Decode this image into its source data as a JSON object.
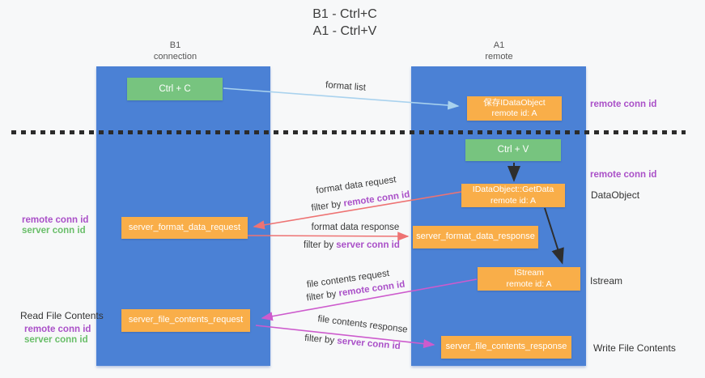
{
  "title": {
    "line1": "B1 - Ctrl+C",
    "line2": "A1 - Ctrl+V"
  },
  "lanes": {
    "left": {
      "name": "B1",
      "subtitle": "connection"
    },
    "right": {
      "name": "A1",
      "subtitle": "remote"
    }
  },
  "boxes": {
    "ctrl_c": "Ctrl + C",
    "ctrl_v": "Ctrl + V",
    "save_dataobject_line1": "保存IDataObject",
    "save_dataobject_line2": "remote id: A",
    "getdata_line1": "IDataObject::GetData",
    "getdata_line2": "remote id: A",
    "istream_line1": "IStream",
    "istream_line2": "remote id: A",
    "server_format_data_request": "server_format_data_request",
    "server_format_data_response": "server_format_data_response",
    "server_file_contents_request": "server_file_contents_request",
    "server_file_contents_response": "server_file_contents_response"
  },
  "arrow_labels": {
    "format_list": "format list",
    "format_data_request": "format data request",
    "format_data_response": "format data response",
    "file_contents_request": "file contents request",
    "file_contents_response": "file contents response",
    "filter_by": "filter by"
  },
  "side_labels": {
    "remote_conn_id": "remote conn id",
    "server_conn_id": "server conn id",
    "dataobject": "DataObject",
    "istream": "Istream",
    "read_file_contents": "Read File Contents",
    "write_file_contents": "Write File Contents"
  },
  "colors": {
    "lane_blue": "#4b81d5",
    "box_green": "#77c47f",
    "box_orange": "#f9ae49",
    "arrow_lightblue": "#a9d2ee",
    "arrow_red": "#ee7373",
    "arrow_magenta": "#cd5bcd",
    "arrow_black": "#2e2e2e",
    "label_purple": "#aa50c8",
    "label_green": "#69be69"
  }
}
